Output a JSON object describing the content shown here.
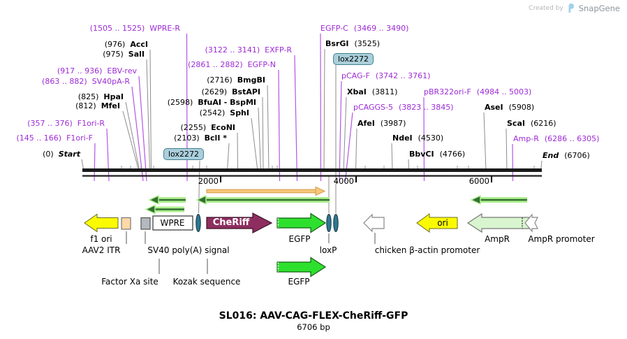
{
  "header": {
    "created_by": "Created by",
    "brand": "SnapGene"
  },
  "plasmid": {
    "title": "SL016: AAV-CAG-FLEX-CheRiff-GFP",
    "size": "6706 bp"
  },
  "axis": {
    "ticks": [
      "2000",
      "4000",
      "6000"
    ]
  },
  "colors": {
    "primer_label": "#9d2bd6",
    "primer_line": "#b455e6",
    "leader_line": "#8c8c8c",
    "lox_badge_bg": "#aacfdb",
    "lox_badge_border": "#44808f",
    "cheriff_fill": "#8e2e60",
    "egfp_fill": "#2ee02e",
    "ori_fill": "#fbfb00",
    "f1ori_fill": "#fbfb00",
    "ampr_fill": "#d8f5cf",
    "aav2itr_fill": "#ffd9a8",
    "sv40_fill": "#b3b9bf",
    "orf_orange": "#f8c87c",
    "orf_green": "#336f33",
    "lox_site_fill": "#2c7893"
  },
  "labels": {
    "wpre_r": {
      "pos": "(1505 .. 1525)",
      "name": "WPRE-R"
    },
    "acc_i": {
      "pos": "(976)",
      "name": "AccI"
    },
    "sal_i": {
      "pos": "(975)",
      "name": "SalI"
    },
    "ebv_rev": {
      "pos": "(917 .. 936)",
      "name": "EBV-rev"
    },
    "sv40pa_r": {
      "pos": "(863 .. 882)",
      "name": "SV40pA-R"
    },
    "hpa_i": {
      "pos": "(825)",
      "name": "HpaI"
    },
    "mfe_i": {
      "pos": "(812)",
      "name": "MfeI"
    },
    "f1ori_r": {
      "pos": "(357 .. 376)",
      "name": "F1ori-R"
    },
    "f1ori_f": {
      "pos": "(145 .. 166)",
      "name": "F1ori-F"
    },
    "start": {
      "pos": "(0)",
      "name": "Start"
    },
    "bmgb_i": {
      "pos": "(2716)",
      "name": "BmgBI"
    },
    "bstap_i": {
      "pos": "(2629)",
      "name": "BstAPI"
    },
    "bfua_bspm": {
      "pos": "(2598)",
      "name": "BfuAI - BspMI"
    },
    "sph_i": {
      "pos": "(2542)",
      "name": "SphI"
    },
    "econ_i": {
      "pos": "(2255)",
      "name": "EcoNI"
    },
    "bcl_i": {
      "pos": "(2103)",
      "name": "BclI *"
    },
    "egfp_n": {
      "pos": "(2861 .. 2882)",
      "name": "EGFP-N"
    },
    "exfp_r": {
      "pos": "(3122 .. 3141)",
      "name": "EXFP-R"
    },
    "egfp_c": {
      "name": "EGFP-C",
      "pos": "(3469 .. 3490)"
    },
    "bsrg_i": {
      "name": "BsrGI",
      "pos": "(3525)"
    },
    "pcag_f": {
      "name": "pCAG-F",
      "pos": "(3742 .. 3761)"
    },
    "xba_i": {
      "name": "XbaI",
      "pos": "(3811)"
    },
    "pbr322ori_f": {
      "name": "pBR322ori-F",
      "pos": "(4984 .. 5003)"
    },
    "pcaggs_5": {
      "name": "pCAGGS-5",
      "pos": "(3823 .. 3845)"
    },
    "ase_i": {
      "name": "AseI",
      "pos": "(5908)"
    },
    "afe_i": {
      "name": "AfeI",
      "pos": "(3987)"
    },
    "sca_i": {
      "name": "ScaI",
      "pos": "(6216)"
    },
    "nde_i": {
      "name": "NdeI",
      "pos": "(4530)"
    },
    "amp_r": {
      "name": "Amp-R",
      "pos": "(6286 .. 6305)"
    },
    "bbvc_i": {
      "name": "BbvCI",
      "pos": "(4766)"
    },
    "end": {
      "name": "End",
      "pos": "(6706)"
    },
    "lox_left": {
      "name": "lox2272"
    },
    "lox_right": {
      "name": "lox2272"
    }
  },
  "features": {
    "f1_ori": "f1 ori",
    "aav2_itr": "AAV2 ITR",
    "sv40_polya": "SV40 poly(A) signal",
    "wpre": "WPRE",
    "cheriff": "CheRiff",
    "egfp_cds": "EGFP",
    "loxp": "loxP",
    "chicken_promoter": "chicken β-actin promoter",
    "ori": "ori",
    "ampr": "AmpR",
    "ampr_promoter": "AmpR promoter",
    "factor_xa": "Factor Xa site",
    "kozak": "Kozak sequence",
    "egfp_partial": "EGFP"
  }
}
